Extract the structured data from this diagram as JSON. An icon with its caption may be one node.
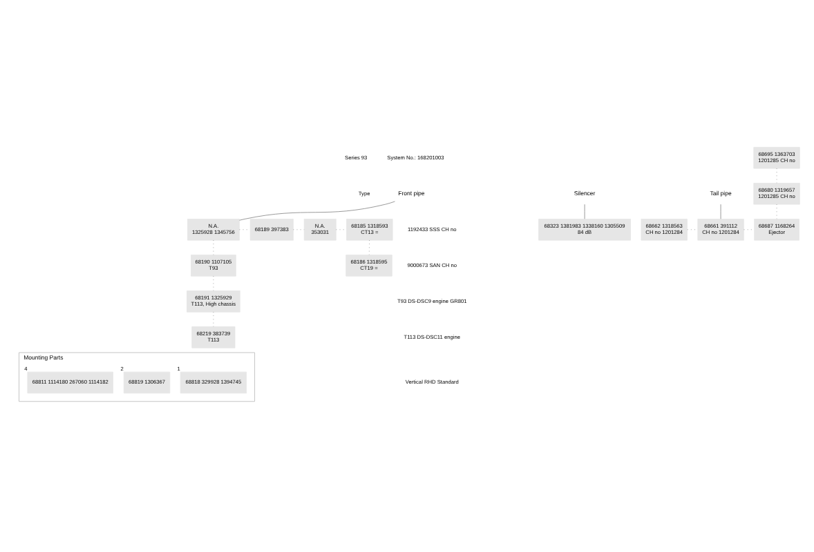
{
  "diagram": {
    "nodes": [
      {
        "text": [
          "Front pipe"
        ]
      },
      {
        "text": [
          "Silencer"
        ]
      },
      {
        "text": [
          "Tail pipe"
        ]
      },
      {
        "text": [
          "N.A.",
          "1325928 1345756"
        ]
      },
      {
        "text": [
          "68189 397383"
        ]
      },
      {
        "text": [
          "N.A.",
          "353031"
        ]
      },
      {
        "text": [
          "68185 1318593",
          "CT13 ="
        ]
      },
      {
        "text": [
          "68186 1318595",
          "CT19 ="
        ]
      },
      {
        "text": [
          "68190 1107105",
          "T93"
        ]
      },
      {
        "text": [
          "68191 1325929",
          "T113, High chassis"
        ]
      },
      {
        "text": [
          "68219 383739",
          "T113"
        ]
      },
      {
        "text": [
          "68323 1381983 1338160 1305509",
          "84 dB"
        ]
      },
      {
        "text": [
          "68662 1318563",
          "CH no 1201284"
        ]
      },
      {
        "text": [
          "68661 391112",
          "CH no 1201284"
        ]
      },
      {
        "text": [
          "68687 1168264",
          "Ejector"
        ]
      },
      {
        "text": [
          "68695 1363703",
          "1201285 CH no"
        ]
      },
      {
        "text": [
          "68680 1319657",
          "1201285 CH no"
        ]
      },
      {
        "text": [
          "Mounting Parts"
        ]
      },
      {
        "text": [
          "68818 329928 1394745"
        ],
        "beside": [
          "1"
        ],
        "in": 17
      },
      {
        "text": [
          "68819 1306367"
        ],
        "beside": [
          "2"
        ],
        "in": 17
      },
      {
        "text": [
          "68811 1114180 267060 1114182"
        ],
        "beside": [
          "4"
        ],
        "in": 17
      }
    ],
    "edges": [
      {
        "from": 0,
        "to": 3,
        "arrow": "none"
      },
      {
        "from": 1,
        "to": 11,
        "arrow": "none"
      },
      {
        "from": 2,
        "to": 13,
        "arrow": "none"
      },
      {
        "from": 3,
        "to": 4,
        "arrow": "none",
        "style": "dashed"
      },
      {
        "from": 4,
        "to": 5,
        "arrow": "none",
        "style": "dashed"
      },
      {
        "from": 5,
        "to": 6,
        "arrow": "none",
        "style": "dashed"
      },
      {
        "from": 6,
        "to": 7,
        "arrow": "none",
        "style": "dashed"
      },
      {
        "from": 3,
        "to": 8,
        "arrow": "none",
        "style": "dashed"
      },
      {
        "from": 8,
        "to": 9,
        "arrow": "none",
        "style": "dashed"
      },
      {
        "from": 9,
        "to": 10,
        "arrow": "none",
        "style": "dashed"
      },
      {
        "from": 12,
        "to": 13,
        "arrow": "none",
        "style": "dashed"
      },
      {
        "from": 13,
        "to": 14,
        "arrow": "none",
        "style": "dashed"
      },
      {
        "from": 15,
        "to": 16,
        "arrow": "none",
        "style": "dashed"
      },
      {
        "from": 16,
        "to": 14,
        "arrow": "none",
        "style": "dashed"
      }
    ],
    "labels": [
      "Series 93",
      "System No.: 168201003",
      "Type",
      "1192433 SSS CH no",
      "9000673 SAN CH no",
      "T93 DS-DSC9 engine GR801",
      "T113 DS-DSC11 engine",
      "Vertical RHD Standard"
    ]
  }
}
